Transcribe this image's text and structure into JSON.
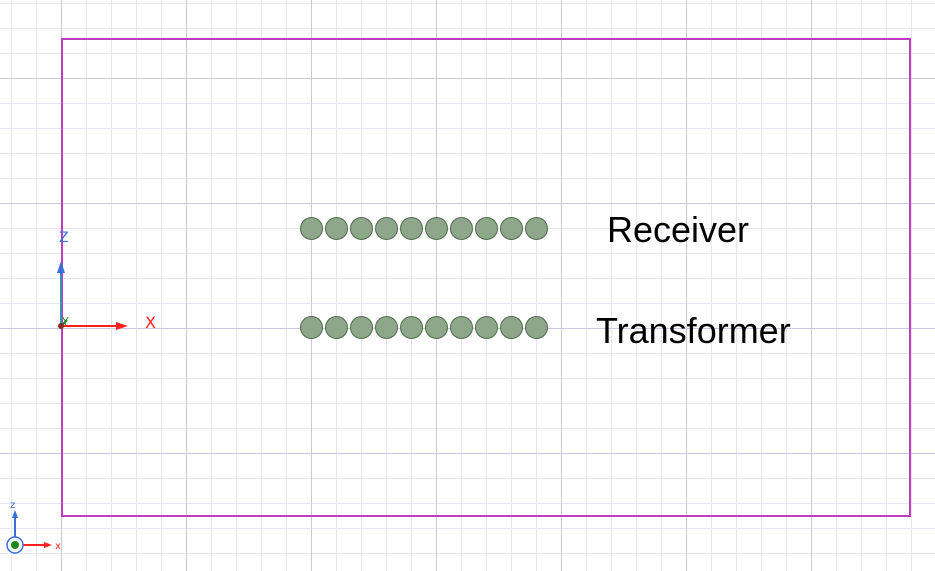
{
  "labels": {
    "receiver": "Receiver",
    "transformer": "Transformer"
  },
  "rows": {
    "receiver_count": 10,
    "transformer_count": 10
  },
  "axes": {
    "z_label": "Z",
    "x_label": "X",
    "y_label": "Y"
  },
  "mini_triad": {
    "z_label": "z",
    "x_label": "x"
  },
  "colors": {
    "domain_border": "#c03cc0",
    "coil_fill": "#8ea68a",
    "coil_stroke": "#4f6b4c",
    "axis_x": "#ff2020",
    "axis_z": "#3a6fd8",
    "axis_y": "#1b8a1b"
  }
}
